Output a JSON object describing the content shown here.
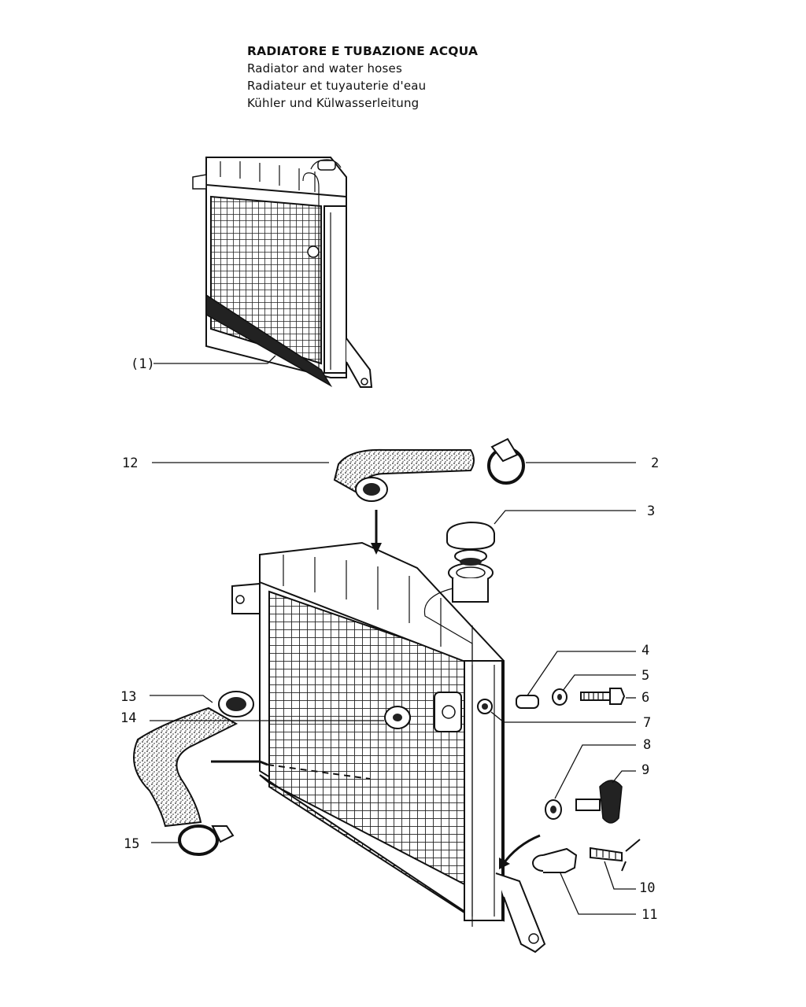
{
  "titles": {
    "it": "RADIATORE E TUBAZIONE ACQUA",
    "en": "Radiator and water hoses",
    "fr": "Radiateur et tuyauterie d'eau",
    "de": "Kühler und Külwasserleitung"
  },
  "callouts": {
    "c1": "(1)",
    "c2": "2",
    "c3": "3",
    "c4": "4",
    "c5": "5",
    "c6": "6",
    "c7": "7",
    "c8": "8",
    "c9": "9",
    "c10": "10",
    "c11": "11",
    "c12": "12",
    "c13": "13",
    "c14": "14",
    "c15": "15"
  }
}
